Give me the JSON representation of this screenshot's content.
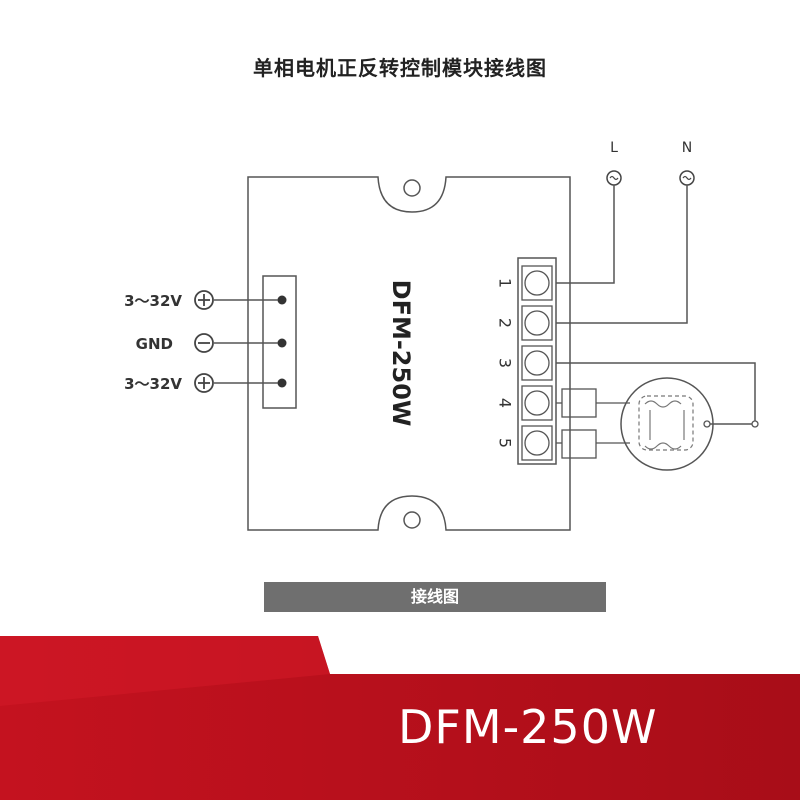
{
  "title": "单相电机正反转控制模块接线图",
  "module_label": "DFM-250W",
  "power_inputs": [
    {
      "label": "3～32V",
      "symbol": "plus"
    },
    {
      "label": "GND",
      "symbol": "minus"
    },
    {
      "label": "3～32V",
      "symbol": "plus"
    }
  ],
  "terminals": [
    "1",
    "2",
    "3",
    "4",
    "5"
  ],
  "mains": {
    "l": "L",
    "n": "N"
  },
  "caption": "接线图",
  "banner": {
    "text": "DFM-250W",
    "color": "#b8101c"
  },
  "colors": {
    "line": "#555555",
    "caption_bg": "#6f6f6f"
  }
}
